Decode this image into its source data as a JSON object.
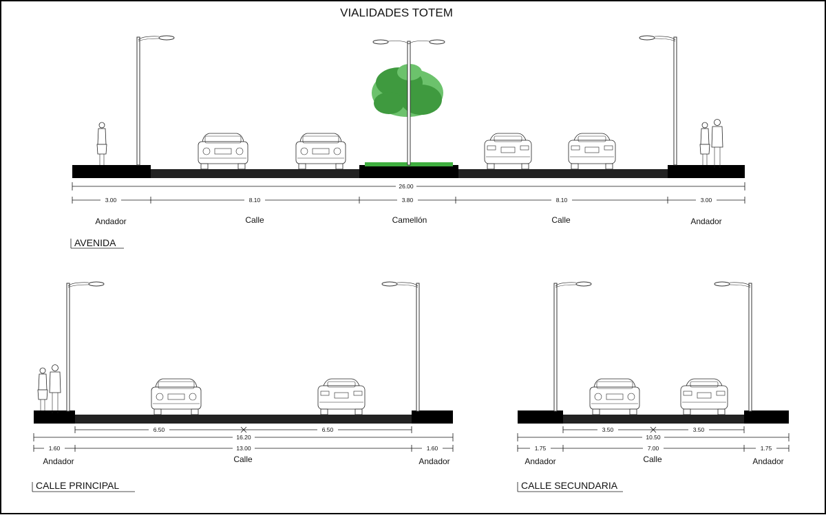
{
  "title": "VIALIDADES TOTEM",
  "avenida": {
    "section_title": "AVENIDA",
    "total": "26.00",
    "segments": [
      {
        "value": "3.00",
        "label": "Andador"
      },
      {
        "value": "8.10",
        "label": "Calle"
      },
      {
        "value": "3.80",
        "label": "Camellón"
      },
      {
        "value": "8.10",
        "label": "Calle"
      },
      {
        "value": "3.00",
        "label": "Andador"
      }
    ]
  },
  "calle_principal": {
    "section_title": "CALLE PRINCIPAL",
    "lanes": [
      "6.50",
      "6.50"
    ],
    "total": "16.20",
    "segments": [
      {
        "value": "1.60",
        "label": "Andador"
      },
      {
        "value": "13.00",
        "label": "Calle"
      },
      {
        "value": "1.60",
        "label": "Andador"
      }
    ]
  },
  "calle_secundaria": {
    "section_title": "CALLE SECUNDARIA",
    "lanes": [
      "3.50",
      "3.50"
    ],
    "total": "10.50",
    "segments": [
      {
        "value": "1.75",
        "label": "Andador"
      },
      {
        "value": "7.00",
        "label": "Calle"
      },
      {
        "value": "1.75",
        "label": "Andador"
      }
    ]
  },
  "icons": [
    "street-lamp-icon",
    "car-icon",
    "pedestrian-icon",
    "tree-icon"
  ]
}
